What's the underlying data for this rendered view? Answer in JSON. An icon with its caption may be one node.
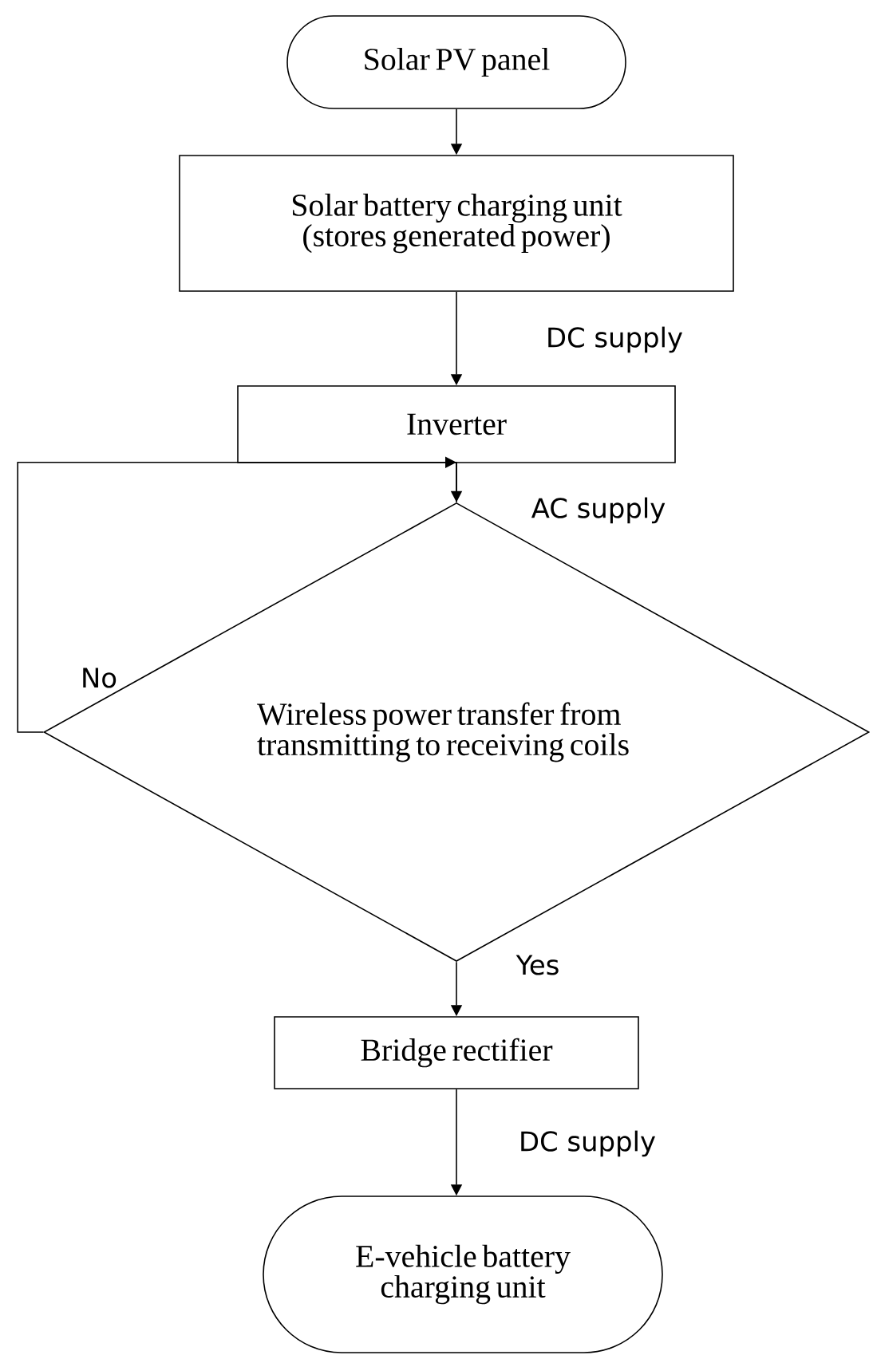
{
  "diagram": {
    "nodes": [
      {
        "text": [
          "Solar PV panel"
        ]
      },
      {
        "text": [
          "Solar battery charging unit (stores generated power)"
        ]
      },
      {
        "text": [
          "Inverter"
        ]
      },
      {
        "text": [
          "Wireless power transfer from transmitting to receiving coils"
        ]
      },
      {
        "text": [
          "Bridge rectifier"
        ]
      },
      {
        "text": [
          "E-vehicle battery charging unit"
        ]
      }
    ],
    "edges": [
      {
        "from": 0,
        "to": 1,
        "arrow": "to"
      },
      {
        "from": 1,
        "to": 2,
        "arrow": "to",
        "label": "DC supply"
      },
      {
        "from": 2,
        "to": 3,
        "arrow": "to",
        "label": "AC supply"
      },
      {
        "from": 3,
        "to": 3,
        "arrow": "to",
        "label": "No"
      },
      {
        "from": 3,
        "to": 4,
        "arrow": "to",
        "label": "Yes"
      },
      {
        "from": 4,
        "to": 5,
        "arrow": "to",
        "label": "DC supply"
      }
    ]
  }
}
